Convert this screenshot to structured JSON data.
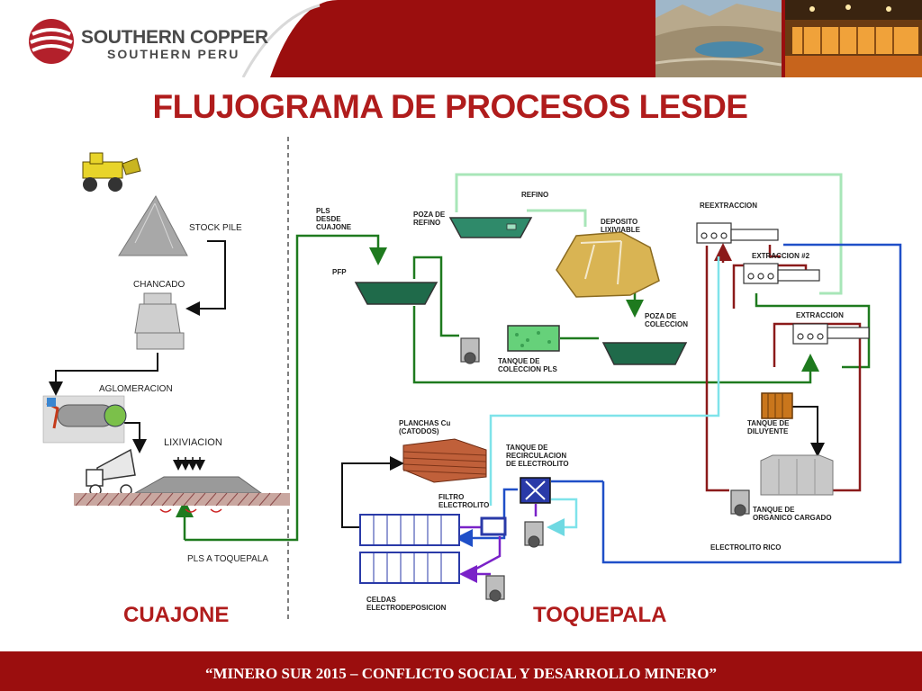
{
  "header": {
    "logo_line1": "SOUTHERN COPPER",
    "logo_line2": "SOUTHERN PERU",
    "brand_color": "#9b0e0e"
  },
  "title": "FLUJOGRAMA DE PROCESOS LESDE",
  "regions": {
    "left": "CUAJONE",
    "right": "TOQUEPALA"
  },
  "labels": {
    "stock_pile": "STOCK PILE",
    "chancado": "CHANCADO",
    "aglomeracion": "AGLOMERACION",
    "lixiviacion": "LIXIVIACION",
    "pls_toquepala": "PLS A TOQUEPALA",
    "pls_desde_cuajone": "PLS\nDESDE\nCUAJONE",
    "pfp": "PFP",
    "refino": "REFINO",
    "poza_refino": "POZA DE\nREFINO",
    "deposito_lixiviable": "DEPOSITO\nLIXIVIABLE",
    "poza_coleccion": "POZA DE\nCOLECCION",
    "tanque_coleccion_pls": "TANQUE DE\nCOLECCION PLS",
    "reextraccion": "REEXTRACCION",
    "extraccion2": "EXTRACCION #2",
    "extraccion": "EXTRACCION",
    "tanque_diluyente": "TANQUE DE\nDILUYENTE",
    "tanque_organico": "TANQUE DE\nORGANICO CARGADO",
    "electrolito_rico": "ELECTROLITO RICO",
    "planchas": "PLANCHAS Cu\n(CATODOS)",
    "tanque_recirculacion": "TANQUE DE\nRECIRCULACION\nDE ELECTROLITO",
    "filtro": "FILTRO\nELECTROLITO",
    "celdas": "CELDAS\nELECTRODEPOSICION"
  },
  "footer": "“MINERO SUR 2015 – CONFLICTO SOCIAL Y DESARROLLO MINERO”",
  "colors": {
    "title_red": "#b01c1c",
    "line_green": "#1e7a1e",
    "line_lightgreen": "#a8e6b8",
    "line_darkred": "#8b1a1a",
    "line_blue": "#1f4fc8",
    "line_cyan": "#7fe3ea",
    "line_purple": "#7a22c8",
    "line_black": "#111111"
  }
}
